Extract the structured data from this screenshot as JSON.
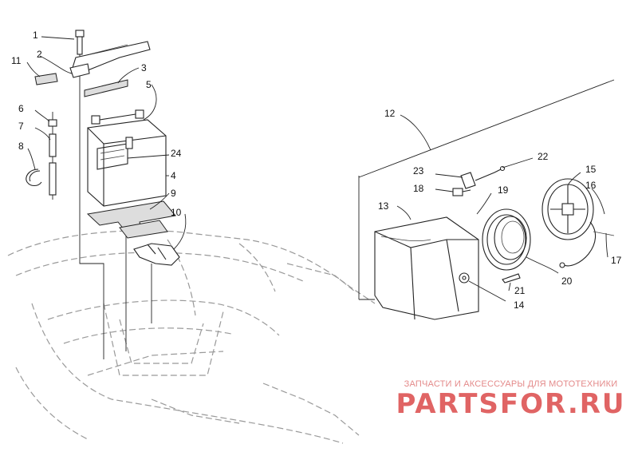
{
  "callouts": {
    "c1": "1",
    "c2": "2",
    "c3": "3",
    "c4": "4",
    "c5": "5",
    "c6": "6",
    "c7": "7",
    "c8": "8",
    "c9": "9",
    "c10": "10",
    "c11": "11",
    "c12": "12",
    "c13": "13",
    "c14": "14",
    "c15": "15",
    "c16": "16",
    "c17": "17",
    "c18": "18",
    "c19": "19",
    "c20": "20",
    "c21": "21",
    "c22": "22",
    "c23": "23",
    "c24": "24"
  },
  "watermark": {
    "tagline": "ЗАПЧАСТИ И АКСЕССУАРЫ ДЛЯ МОТОТЕХНИКИ",
    "logo": "PARTSFOR.RU"
  }
}
